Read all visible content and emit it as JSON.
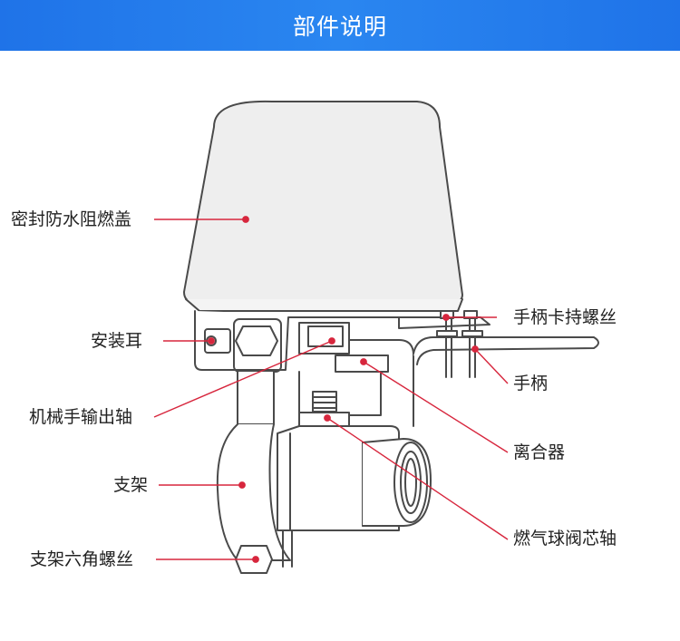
{
  "header": {
    "title": "部件说明"
  },
  "colors": {
    "accent": "#1f73e8",
    "leader": "#d7263d",
    "outline": "#4a4a4a",
    "cap": "#eeeeee"
  },
  "labels": {
    "cap": "密封防水阻燃盖",
    "ear": "安装耳",
    "shaft": "机械手输出轴",
    "bracket": "支架",
    "bracket_screw": "支架六角螺丝",
    "handle_screw": "手柄卡持螺丝",
    "handle": "手柄",
    "clutch": "离合器",
    "valve_core": "燃气球阀芯轴"
  }
}
